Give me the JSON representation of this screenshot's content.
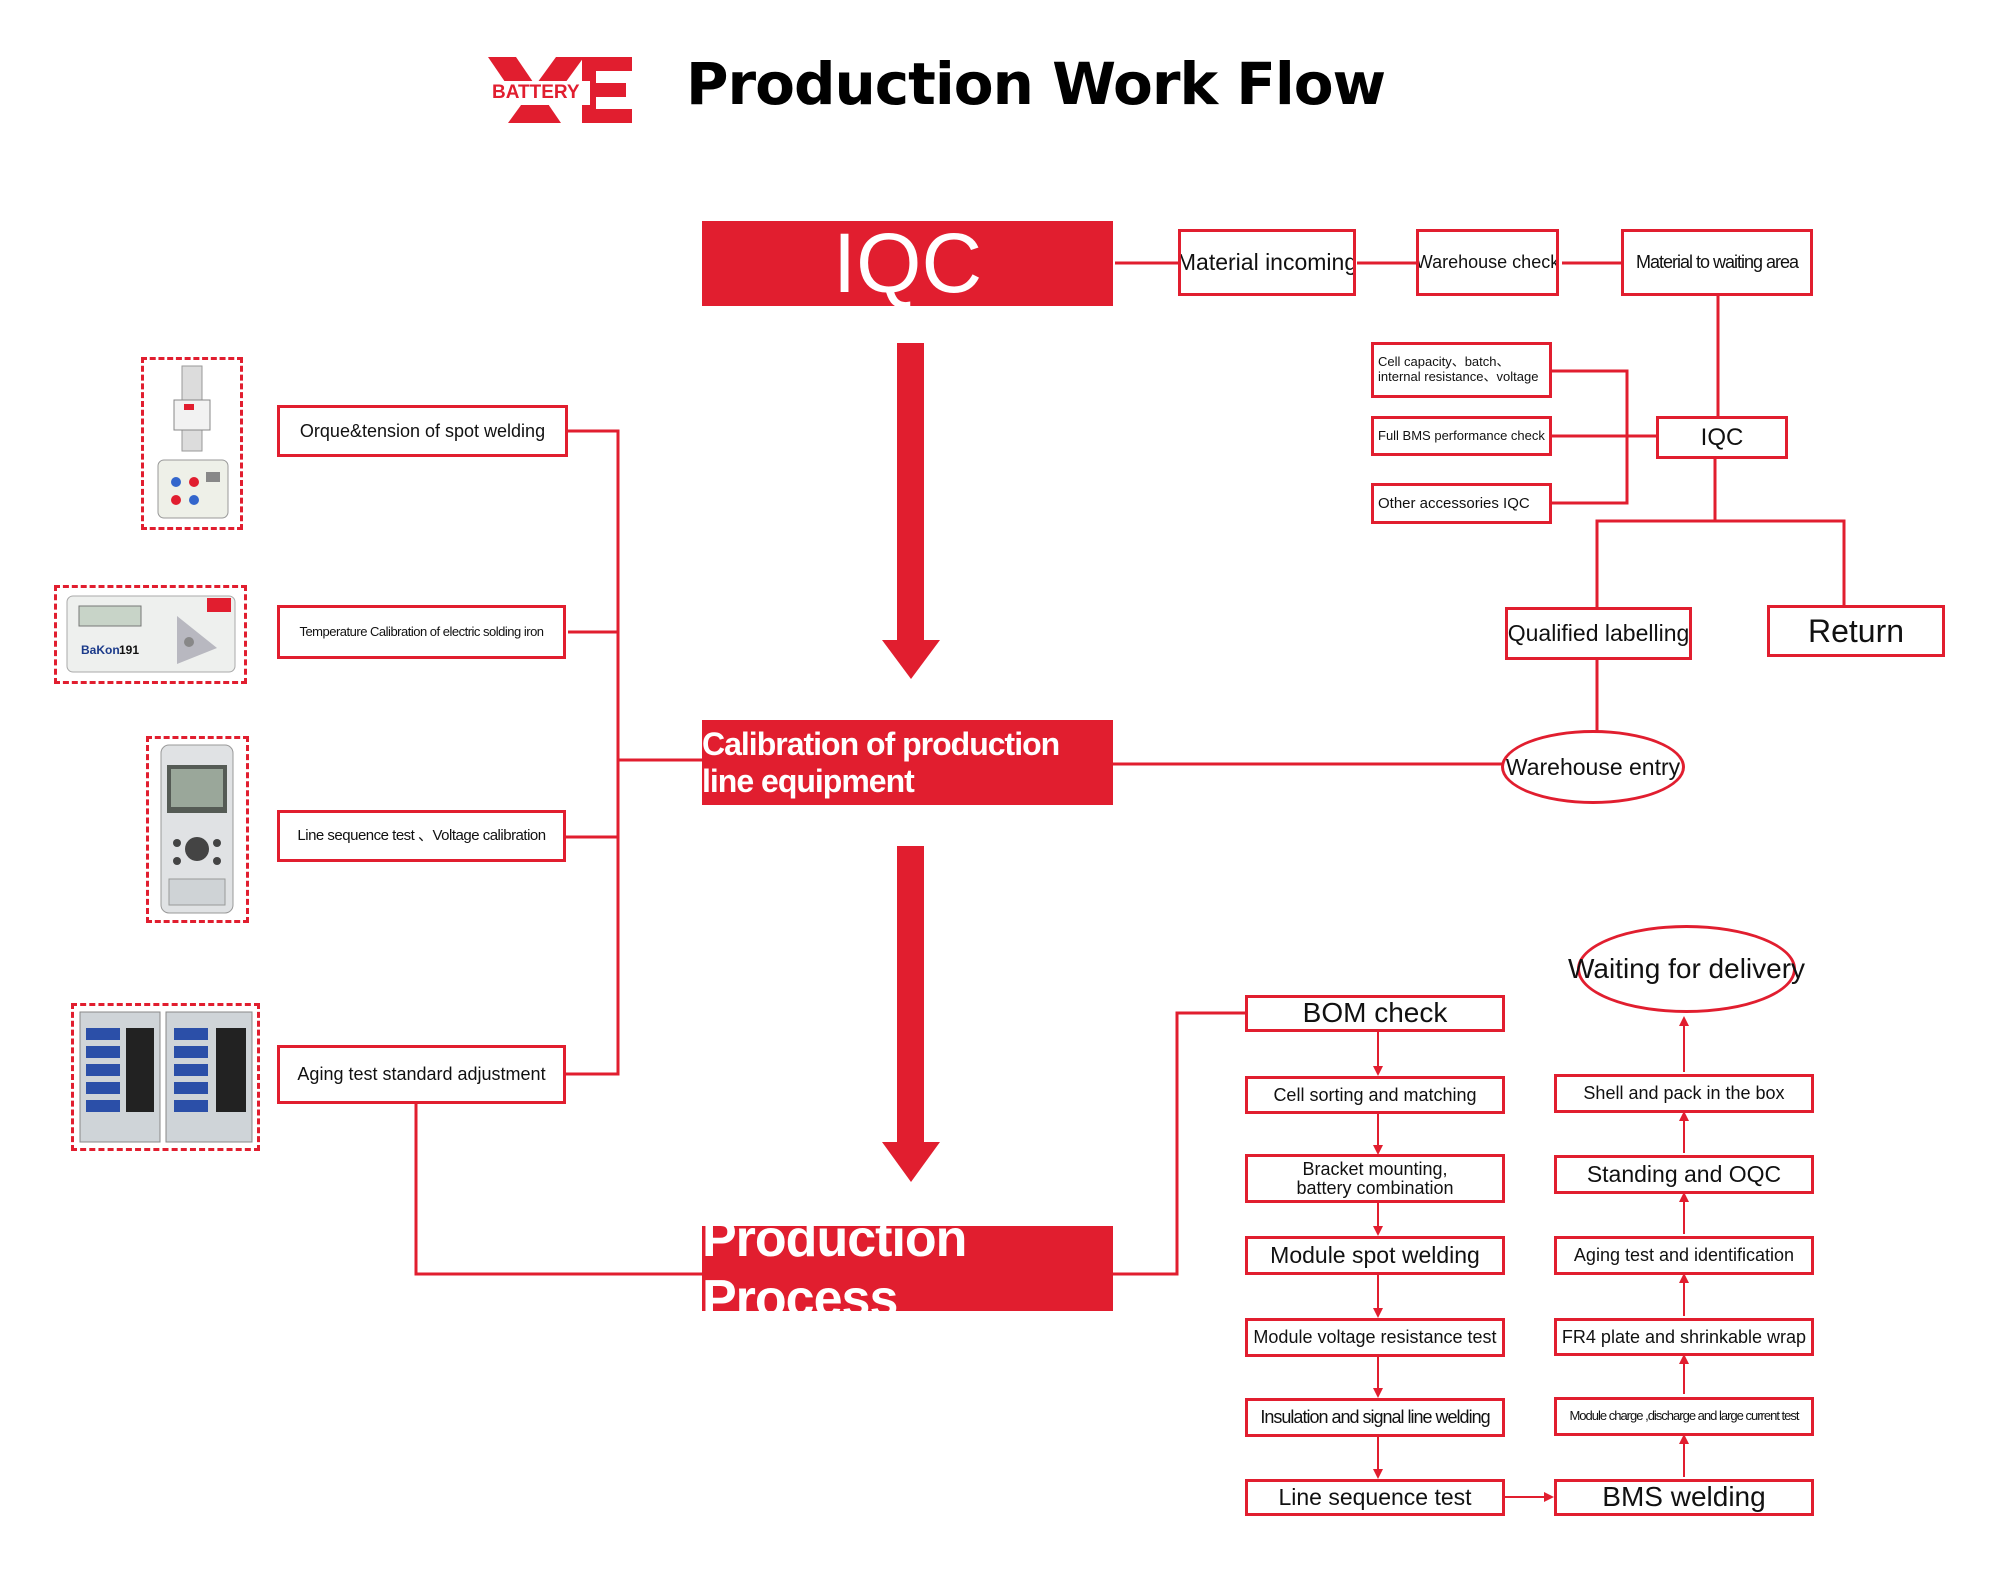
{
  "header": {
    "logo_text": "BATTERY",
    "title": "Production Work Flow"
  },
  "main_flow": {
    "iqc": "IQC",
    "calibration": "Calibration of production line equipment",
    "production": "Production Process"
  },
  "iqc_flow": {
    "material_incoming": "Material incoming",
    "warehouse_check": "Warehouse check",
    "material_to_waiting": "Material to waiting area",
    "iqc_node": "IQC",
    "cell_capacity": "Cell capacity、batch、",
    "cell_capacity_2": "internal resistance、voltage",
    "full_bms": "Full BMS performance check",
    "other_accessories": "Other accessories IQC",
    "qualified_labelling": "Qualified labelling",
    "return": "Return",
    "warehouse_entry": "Warehouse  entry"
  },
  "calibration_items": [
    "Orque&tension of spot welding",
    "Temperature Calibration of electric solding iron",
    "Line sequence test 、Voltage calibration",
    "Aging test standard adjustment"
  ],
  "process_left": [
    "BOM check",
    "Cell sorting and matching",
    "Bracket mounting,",
    "battery combination",
    "Module spot welding",
    "Module voltage resistance test",
    "Insulation  and signal line welding",
    "Line sequence test"
  ],
  "process_right": {
    "bms_welding": "BMS welding",
    "module_charge": "Module charge ,discharge and large current test",
    "fr4": "FR4 plate and  shrinkable wrap",
    "aging": "Aging test and identification",
    "standing": "Standing and OQC",
    "shell": "Shell and pack in the box",
    "waiting": "Waiting  for  delivery"
  },
  "device_labels": {
    "bakon": "BaKon",
    "model": "191"
  },
  "colors": {
    "accent_red": "#e11e2f",
    "arrow_red": "#e11e2f"
  }
}
